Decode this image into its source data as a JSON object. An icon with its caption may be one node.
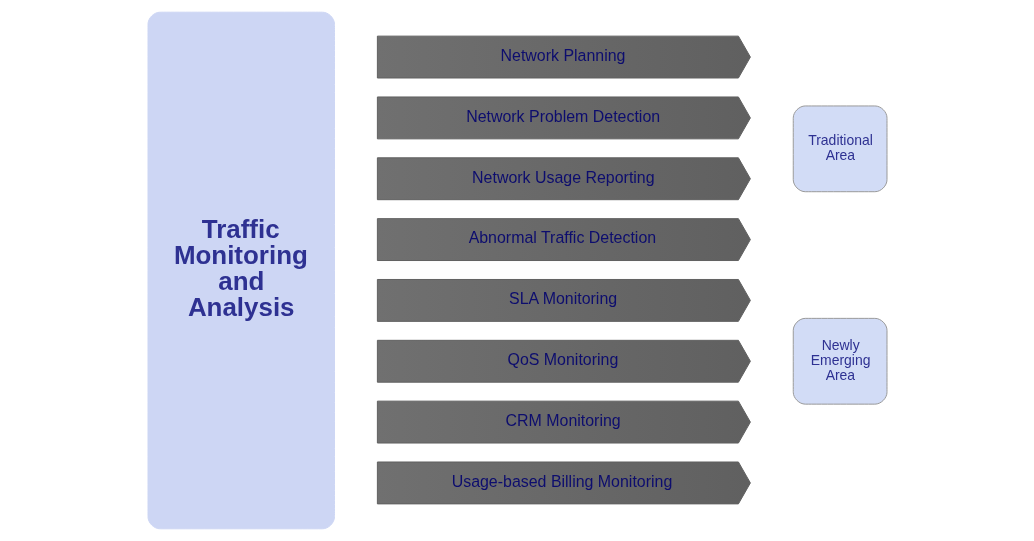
{
  "diagram": {
    "nodes": [
      {
        "text": [
          "Traffic Monitoring and Analysis"
        ]
      },
      {
        "text": [
          "Network Planning"
        ]
      },
      {
        "text": [
          "Network Problem Detection"
        ]
      },
      {
        "text": [
          "Network Usage Reporting"
        ]
      },
      {
        "text": [
          "Abnormal Traffic Detection"
        ]
      },
      {
        "text": [
          "SLA Monitoring"
        ]
      },
      {
        "text": [
          "QoS Monitoring"
        ]
      },
      {
        "text": [
          "CRM Monitoring"
        ]
      },
      {
        "text": [
          "Usage-based Billing Monitoring"
        ]
      },
      {
        "text": [
          "Traditional Area"
        ]
      },
      {
        "text": [
          "Newly Emerging Area"
        ]
      }
    ],
    "edges": []
  }
}
